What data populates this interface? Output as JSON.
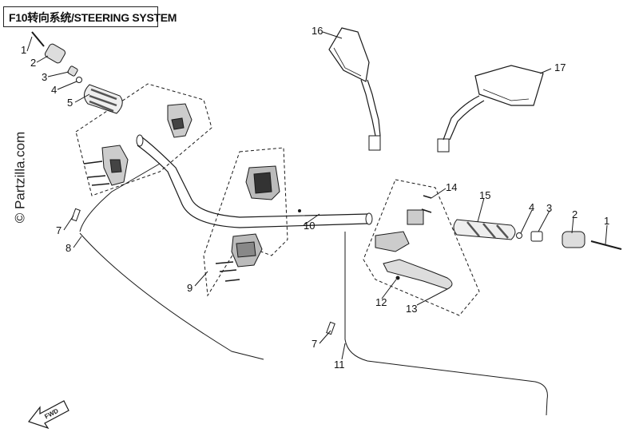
{
  "title": "F10转向系统/STEERING SYSTEM",
  "watermark": "© Partzilla.com",
  "arrow_label": "FWD",
  "callouts": {
    "c1_left": "1",
    "c2_left": "2",
    "c3_left": "3",
    "c4_left": "4",
    "c5_left": "5",
    "c7_left": "7",
    "c8": "8",
    "c9": "9",
    "c10": "10",
    "c16": "16",
    "c17": "17",
    "c14": "14",
    "c15": "15",
    "c4_right": "4",
    "c3_right": "3",
    "c2_right": "2",
    "c1_right": "1",
    "c12": "12",
    "c13": "13",
    "c7_right": "7",
    "c11": "11"
  },
  "colors": {
    "line": "#1a1a1a",
    "fill_dark": "#555555",
    "fill_mid": "#999999",
    "fill_light": "#dddddd"
  }
}
